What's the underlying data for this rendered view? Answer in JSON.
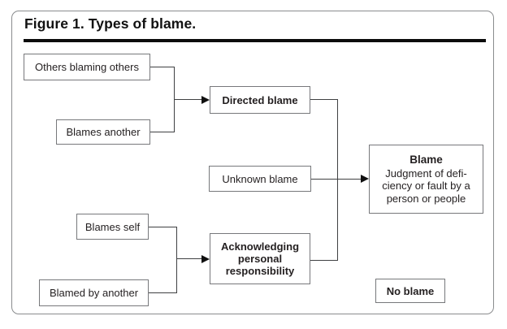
{
  "figure": {
    "title": "Figure 1. Types of blame.",
    "nodes": {
      "others_blaming_others": "Others blaming others",
      "blames_another": "Blames another",
      "directed_blame": "Directed blame",
      "unknown_blame": "Unknown blame",
      "blames_self": "Blames self",
      "blamed_by_another": "Blamed by another",
      "acknowledging_personal_responsibility": "Acknowledging\npersonal\nresponsibility",
      "blame_title": "Blame",
      "blame_description": "Judgment of defi-\nciency or fault by a\nperson or people",
      "no_blame": "No blame"
    },
    "colors": {
      "background": "#ffffff",
      "text": "#231f20",
      "box_border": "#77787b",
      "connector_line": "#3f4042",
      "arrowhead": "#101010",
      "title_rule": "#0c0c0c",
      "frame_border": "#8a8c8e"
    }
  }
}
